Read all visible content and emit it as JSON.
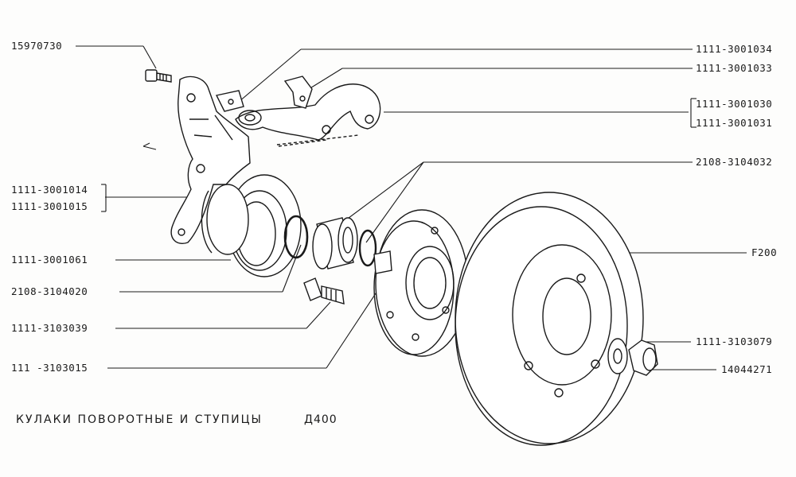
{
  "title": "КУЛАКИ ПОВОРОТНЫЕ И СТУПИЦЫ",
  "page_code": "Д400",
  "colors": {
    "ink": "#1a1a1a",
    "paper": "#fdfdfc"
  },
  "labels": {
    "bolt": "15970730",
    "lever_bracket_a": "1111-3001034",
    "lever_bracket_b": "1111-3001033",
    "steering_arm_left": "1111-3001030",
    "steering_arm_right": "1111-3001031",
    "hub_shaft": "2108-3104032",
    "knuckle_left": "1111-3001014",
    "knuckle_right": "1111-3001015",
    "brake_disc": "F200",
    "dust_shield": "1111-3001061",
    "bearing": "2108-3104020",
    "wheel_bolt": "1111-3103039",
    "hub": "111 -3103015",
    "washer": "1111-3103079",
    "nut": "14044271"
  }
}
